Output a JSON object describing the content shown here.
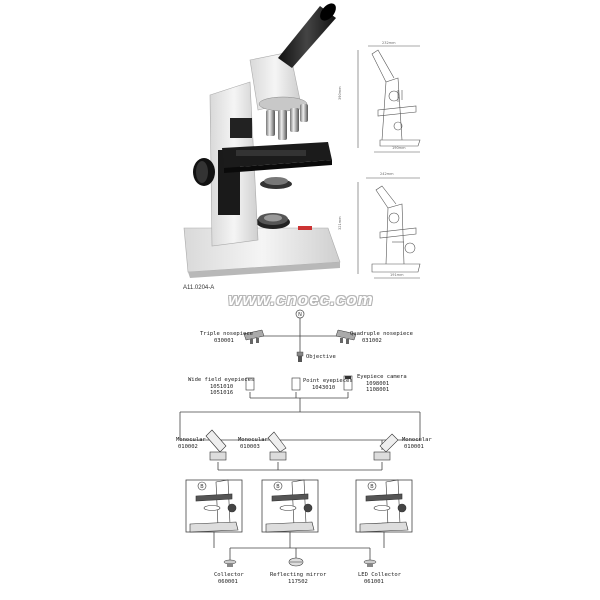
{
  "model_label": "A11.0204-A",
  "watermark": "www.cnoec.com",
  "drawings": {
    "top": {
      "width": "232mm",
      "height": "390mm",
      "base": "190mm"
    },
    "bottom": {
      "width": "242mm",
      "height": "321mm",
      "base": "191mm"
    }
  },
  "components": {
    "triple_nosepiece": {
      "name": "Triple nosepiece",
      "code": "030001"
    },
    "quadruple_nosepiece": {
      "name": "Quadruple nosepiece",
      "code": "031002"
    },
    "objective": {
      "name": "Objective"
    },
    "wide_field_eyepieces": {
      "name": "Wide field eyepieces",
      "codes": [
        "1051010",
        "1051016"
      ]
    },
    "point_eyepieces": {
      "name": "Point eyepieces",
      "code": "1043010"
    },
    "eyepiece_camera": {
      "name": "Eyepiece camera",
      "codes": [
        "1098001",
        "1108001"
      ]
    },
    "monocular_a": {
      "name": "Monocular",
      "code": "010002"
    },
    "monocular_b": {
      "name": "Monocular",
      "code": "010003"
    },
    "monocular_c": {
      "name": "Monocular",
      "code": "010001"
    },
    "collector": {
      "name": "Collector",
      "code": "060001"
    },
    "reflecting_mirror": {
      "name": "Reflecting mirror",
      "code": "117502"
    },
    "led_collector": {
      "name": "LED Collector",
      "code": "061001"
    }
  },
  "node_marks": {
    "top": "N",
    "left": "B",
    "middle": "B",
    "right": "B"
  }
}
